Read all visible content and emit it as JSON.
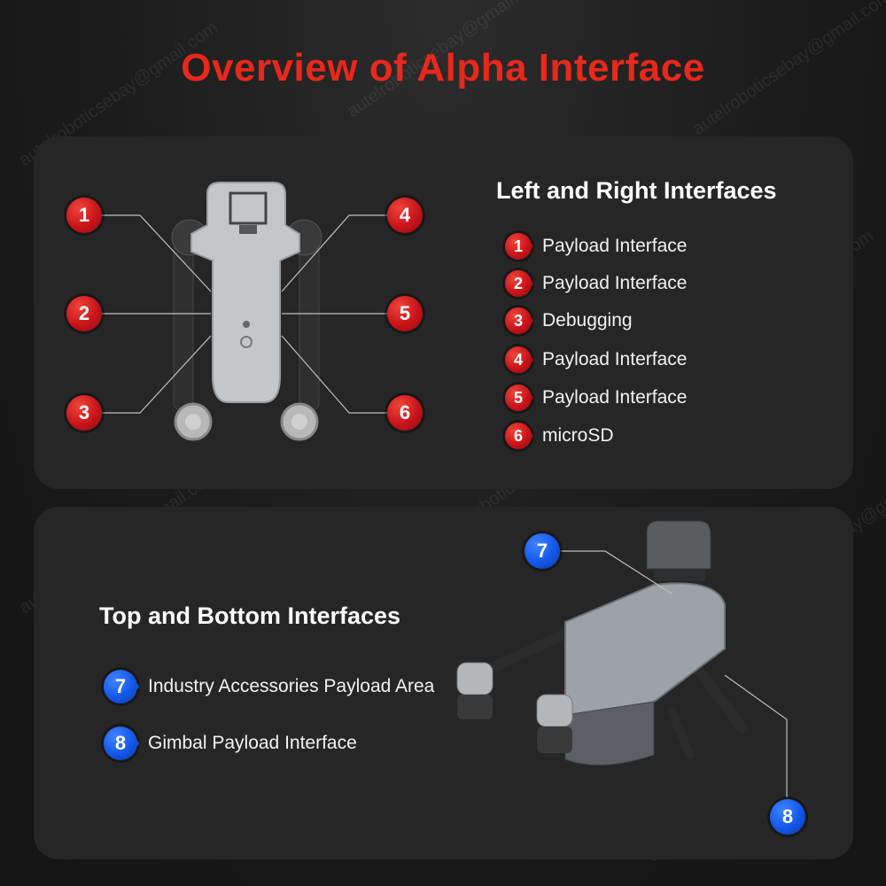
{
  "title": "Overview of Alpha Interface",
  "watermark": "autelroboticsebay@gmail.com",
  "top_section": {
    "heading": "Left and Right Interfaces",
    "callouts": [
      "1",
      "2",
      "3",
      "4",
      "5",
      "6"
    ],
    "items": [
      {
        "number": "1",
        "label": "Payload Interface"
      },
      {
        "number": "2",
        "label": "Payload Interface"
      },
      {
        "number": "3",
        "label": "Debugging"
      },
      {
        "number": "4",
        "label": "Payload Interface"
      },
      {
        "number": "5",
        "label": "Payload Interface"
      },
      {
        "number": "6",
        "label": "microSD"
      }
    ]
  },
  "bottom_section": {
    "heading": "Top and Bottom Interfaces",
    "callouts": [
      "7",
      "8"
    ],
    "items": [
      {
        "number": "7",
        "label": "Industry Accessories Payload Area"
      },
      {
        "number": "8",
        "label": "Gimbal Payload Interface"
      }
    ]
  },
  "colors": {
    "title": "#e8281c",
    "badge_red": "#c8141a",
    "badge_blue": "#1457e8",
    "panel": "#262626"
  }
}
